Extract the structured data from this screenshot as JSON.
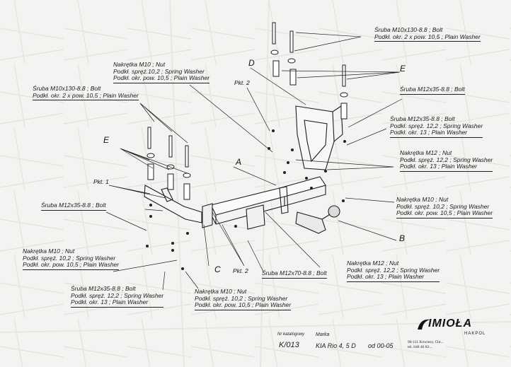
{
  "labels": {
    "bolt_top_right": [
      "Śruba M10x130-8.8 ;  Bolt",
      "Podkł. okr. 2 x pow. 10,5 ; Plain Washer"
    ],
    "nut_top_center": [
      "Nakrętka  M10 ; Nut",
      "Podkł. spręż.10,2 ; Spring Washer",
      "Podkł. okr. pow. 10,5 ; Plain Washer"
    ],
    "bolt_top_left": [
      "Śruba M10x130-8.8 ;  Bolt",
      "Podkł. okr. 2 x pow. 10,5 ; Plain Washer"
    ],
    "bolt_m12_right": [
      "Śruba M12x35-8.8 ;  Bolt"
    ],
    "bolt_m12_spring_right": [
      "Śruba M12x35-8.8 ;  Bolt",
      "Podkł. spręż. 12,2 ; Spring Washer",
      "Podkł. okr. 13 ; Plain Washer"
    ],
    "nut_m12_right": [
      "Nakrętka  M12 ; Nut",
      "Podkł. spręż. 12,2 ; Spring Washer",
      "Podkł. okr. 13 ; Plain Washer"
    ],
    "nut_m10_right": [
      "Nakrętka  M10 ; Nut",
      "Podkł. spręż. 10,2 ; Spring Washer",
      "Podkł. okr. pow. 10,5 ; Plain Washer"
    ],
    "bolt_m12_left": [
      "Śruba M12x35-8.8 ;  Bolt"
    ],
    "nut_m10_left": [
      "Nakrętka  M10 ; Nut",
      "Podkł. spręż. 10,2 ; Spring Washer",
      "Podkł. okr. pow. 10,5 ; Plain Washer"
    ],
    "nut_m12_bottom": [
      "Nakrętka  M12 ; Nut",
      "Podkł. spręż. 12,2 ; Spring Washer",
      "Podkł. okr. 13 ; Plain Washer"
    ],
    "bolt_m12_bottom_left": [
      "Śruba M12x35-8.8 ;  Bolt",
      "Podkł. spręż. 12,2 ; Spring Washer",
      "Podkł. okr. 13 ; Plain Washer"
    ],
    "nut_m10_bottom": [
      "Nakrętka  M10 ; Nut",
      "Podkł. spręż. 10,2 ; Spring Washer",
      "Podkł. okr. pow. 10,5 ; Plain Washer"
    ],
    "bolt_m12x70": "Śruba M12x70-8.8 ;  Bolt"
  },
  "letters": {
    "A": "A",
    "B": "B",
    "C": "C",
    "D": "D",
    "E_left": "E",
    "E_right": "E"
  },
  "points": {
    "pkt1": "Pkt. 1",
    "pkt2_top": "Pkt. 2",
    "pkt2_bottom": "Pkt. 2"
  },
  "title_block": {
    "catalog_label": "Nr katalogowy",
    "catalog_value": "K/013",
    "make_label": "Marka",
    "make_value": "KIA Rio 4, 5 D",
    "from_value": "od  00-05",
    "brand": "IMIOŁA",
    "brand_sub": "HAKPOL",
    "address": [
      "96-111 Kowiesy, Chr...",
      "tel. 048 46 82..."
    ]
  },
  "colors": {
    "ink": "#1a1a1a",
    "paper": "#f3f3f1"
  }
}
